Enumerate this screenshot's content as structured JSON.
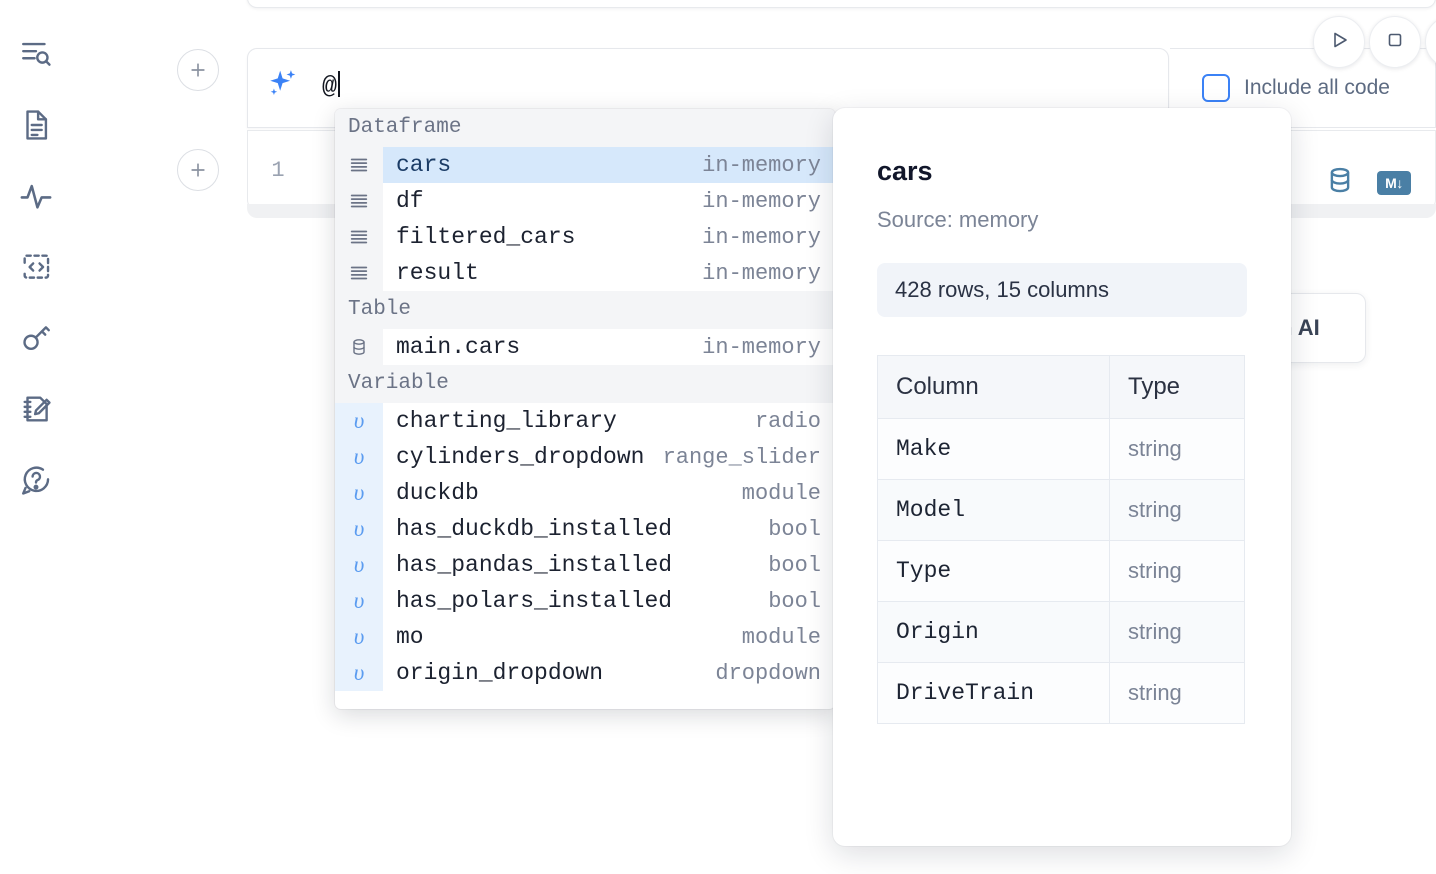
{
  "sidebar": {
    "items": [
      {
        "name": "outline-search-icon",
        "label": "Outline / Search"
      },
      {
        "name": "file-text-icon",
        "label": "Notebook file"
      },
      {
        "name": "activity-pulse-icon",
        "label": "Activity"
      },
      {
        "name": "code-brackets-icon",
        "label": "Snippets"
      },
      {
        "name": "key-icon",
        "label": "Secrets"
      },
      {
        "name": "notebook-pencil-icon",
        "label": "Scratchpad"
      },
      {
        "name": "help-chat-icon",
        "label": "Help"
      }
    ]
  },
  "toolbar": {
    "add_button_label": "+",
    "run_button_label": "Run",
    "stop_button_label": "Stop",
    "include_all_code_label": "Include all code",
    "include_all_code_checked": false
  },
  "ai_prompt": {
    "icon": "sparkle-icon",
    "value": "@",
    "placeholder": ""
  },
  "code_cell": {
    "line_number": "1",
    "icons": [
      {
        "name": "database-icon",
        "label": "SQL cell"
      },
      {
        "name": "markdown-icon",
        "label": "M↓"
      }
    ]
  },
  "ai_card": {
    "label": "h AI"
  },
  "autocomplete": {
    "groups": [
      {
        "title": "Dataframe",
        "icon": "dataframe-icon",
        "kind": "dataframe",
        "items": [
          {
            "name": "cars",
            "type": "in-memory",
            "selected": true
          },
          {
            "name": "df",
            "type": "in-memory",
            "selected": false
          },
          {
            "name": "filtered_cars",
            "type": "in-memory",
            "selected": false
          },
          {
            "name": "result",
            "type": "in-memory",
            "selected": false
          }
        ]
      },
      {
        "title": "Table",
        "icon": "database-icon",
        "kind": "table",
        "items": [
          {
            "name": "main.cars",
            "type": "in-memory",
            "selected": false
          }
        ]
      },
      {
        "title": "Variable",
        "icon": "variable-icon",
        "kind": "variable",
        "items": [
          {
            "name": "charting_library",
            "type": "radio",
            "selected": false
          },
          {
            "name": "cylinders_dropdown",
            "type": "range_slider",
            "selected": false
          },
          {
            "name": "duckdb",
            "type": "module",
            "selected": false
          },
          {
            "name": "has_duckdb_installed",
            "type": "bool",
            "selected": false
          },
          {
            "name": "has_pandas_installed",
            "type": "bool",
            "selected": false
          },
          {
            "name": "has_polars_installed",
            "type": "bool",
            "selected": false
          },
          {
            "name": "mo",
            "type": "module",
            "selected": false
          },
          {
            "name": "origin_dropdown",
            "type": "dropdown",
            "selected": false
          }
        ]
      }
    ]
  },
  "doc_panel": {
    "title": "cars",
    "source": "Source: memory",
    "shape": "428 rows, 15 columns",
    "table": {
      "headers": [
        "Column",
        "Type"
      ],
      "rows": [
        [
          "Make",
          "string"
        ],
        [
          "Model",
          "string"
        ],
        [
          "Type",
          "string"
        ],
        [
          "Origin",
          "string"
        ],
        [
          "DriveTrain",
          "string"
        ]
      ]
    }
  },
  "colors": {
    "accent_blue": "#3b82f6",
    "selected_row": "#d6e8fb",
    "group_header_bg": "#f4f5f7",
    "cell_icon": "#4a7fa5"
  }
}
